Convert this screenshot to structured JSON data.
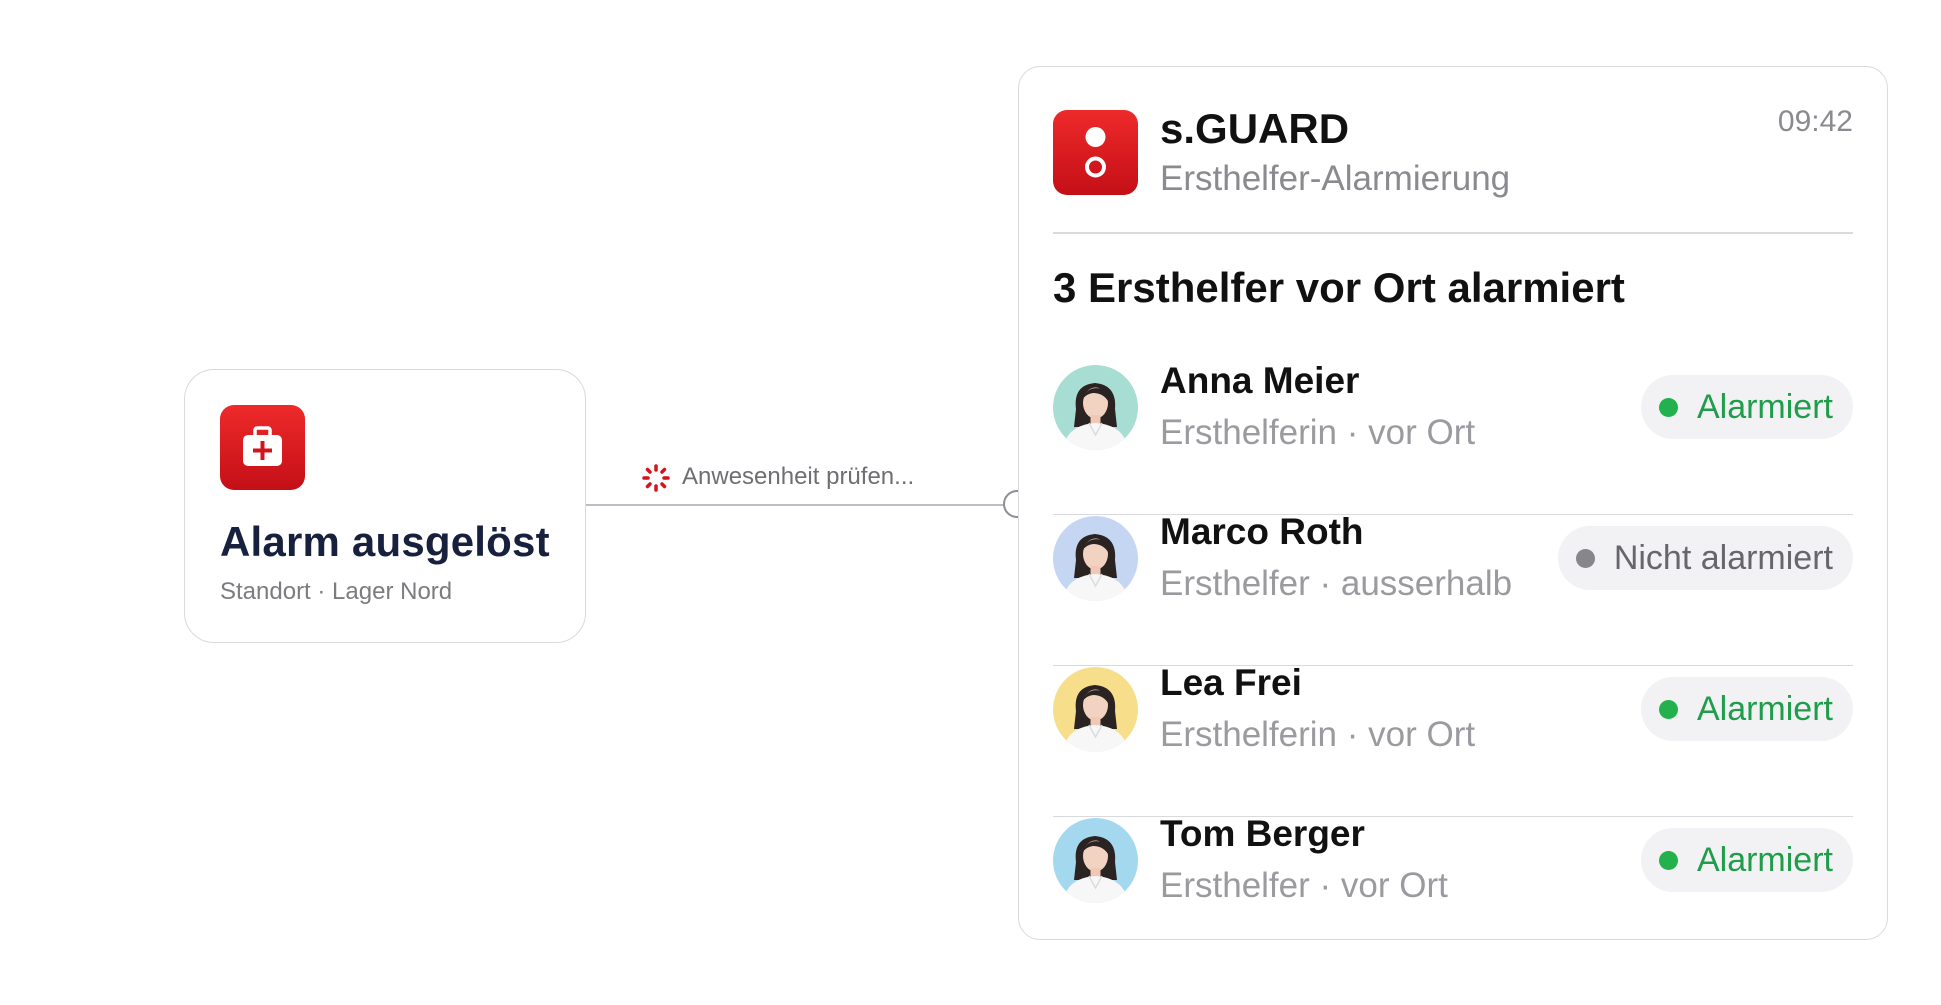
{
  "trigger": {
    "title": "Alarm ausgelöst",
    "subtitle": "Standort · Lager Nord",
    "icon": "first-aid-kit-icon"
  },
  "connector": {
    "label": "Anwesenheit prüfen..."
  },
  "notification": {
    "app_name": "s.GUARD",
    "app_subtitle": "Ersthelfer-Alarmierung",
    "time": "09:42",
    "heading": "3 Ersthelfer vor Ort alarmiert",
    "people": [
      {
        "name": "Anna Meier",
        "role": "Ersthelferin · vor Ort",
        "status": "Alarmiert",
        "alerted": true,
        "avatar_bg": "#a8ddd4"
      },
      {
        "name": "Marco Roth",
        "role": "Ersthelfer · ausserhalb",
        "status": "Nicht alarmiert",
        "alerted": false,
        "avatar_bg": "#c5d6f3"
      },
      {
        "name": "Lea Frei",
        "role": "Ersthelferin · vor Ort",
        "status": "Alarmiert",
        "alerted": true,
        "avatar_bg": "#f6de8a"
      },
      {
        "name": "Tom Berger",
        "role": "Ersthelfer · vor Ort",
        "status": "Alarmiert",
        "alerted": true,
        "avatar_bg": "#a4d8ee"
      }
    ]
  },
  "colors": {
    "brand_red": "#e0191f",
    "alert_green": "#22b14c",
    "inactive_grey": "#86868b"
  }
}
